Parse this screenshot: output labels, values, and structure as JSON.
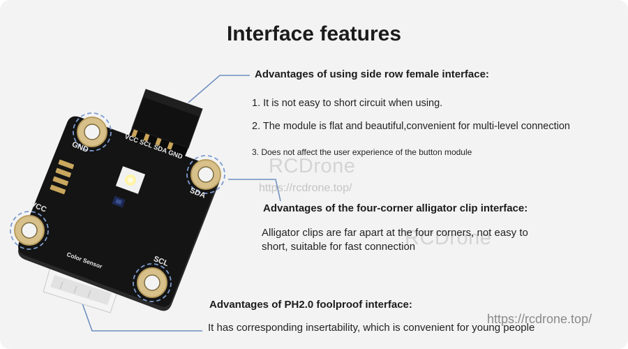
{
  "page": {
    "title": "Interface features"
  },
  "sections": {
    "female": {
      "heading": "Advantages of using side row female interface:",
      "points": [
        "1. It is not easy to short circuit when using.",
        "2. The module is flat and beautiful,convenient for multi-level connection",
        "3. Does not affect the user experience of the button module"
      ]
    },
    "alligator": {
      "heading": "Advantages of the four-corner alligator clip interface:",
      "line1": "Alligator clips are far apart at the four corners, not easy to",
      "line2": "short, suitable for fast connection"
    },
    "ph20": {
      "heading": "Advantages of PH2.0 foolproof interface:",
      "text": "It has corresponding insertability, which is convenient for young people"
    }
  },
  "board": {
    "pads": {
      "gnd": "GND",
      "sda": "SDA",
      "vcc": "VCC",
      "scl": "SCL"
    },
    "header_pins": "VCC SCL SDA GND",
    "silkscreen": "Color Sensor"
  },
  "watermarks": {
    "brand": "RCDrone",
    "url": "https://rcdrone.top/"
  },
  "colors": {
    "background": "#f3f3f3",
    "pcb": "#141414",
    "pad_gold": "#d8c08a",
    "callout_line": "#6f8fc0",
    "dashed_ring": "#7d9ccf"
  }
}
